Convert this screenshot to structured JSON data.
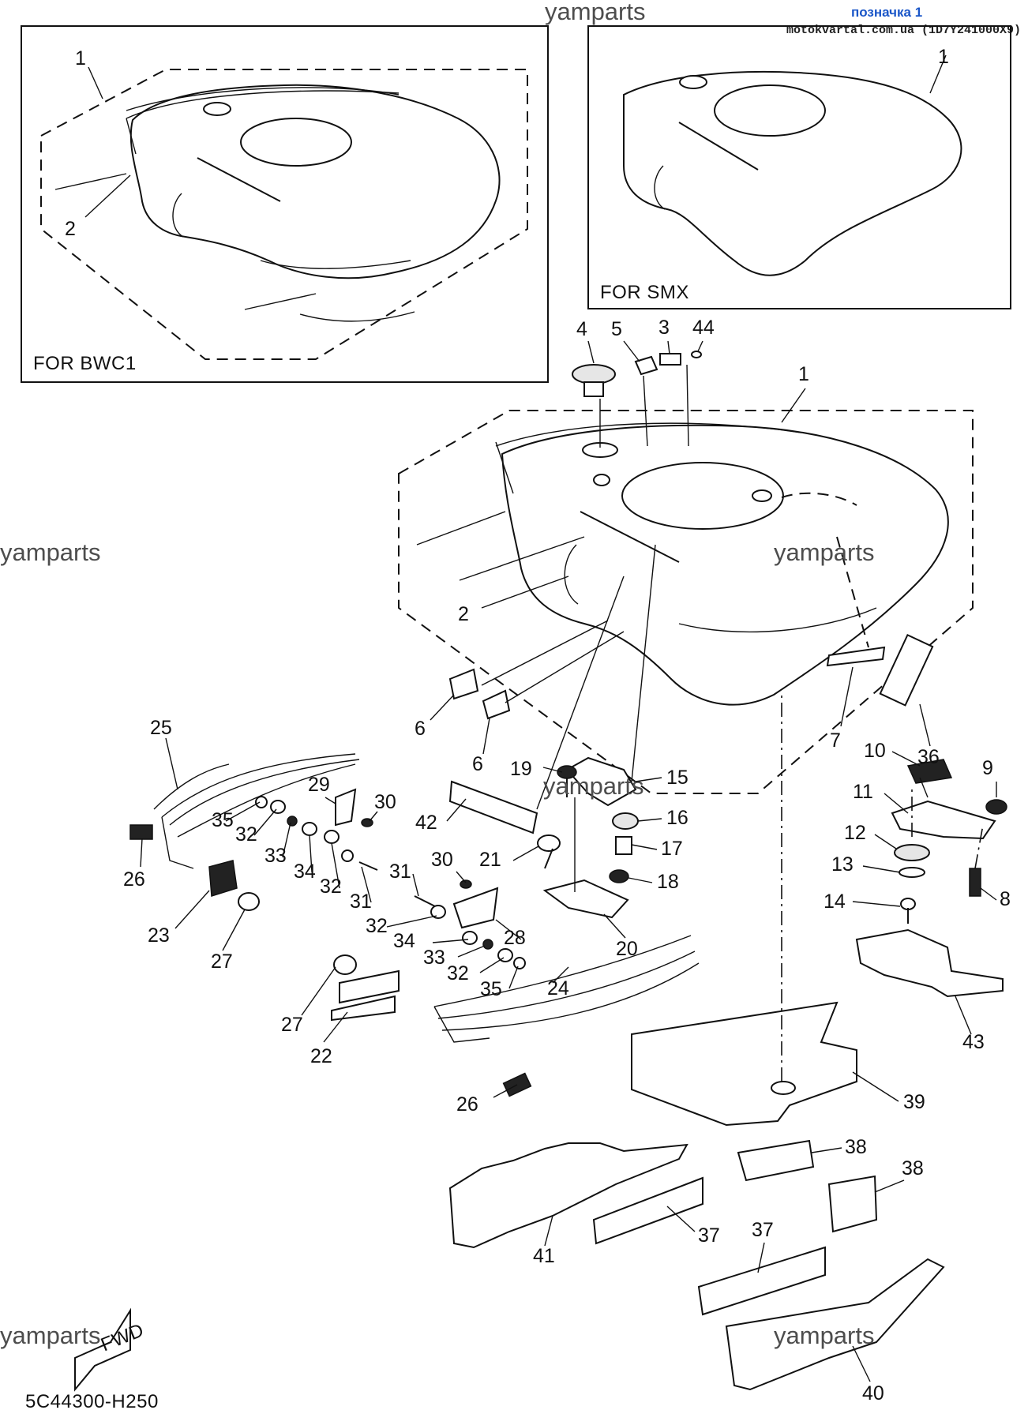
{
  "header": {
    "badge": "позначка 1",
    "site": "motokvartal.com.ua (1D7Y241000X9)"
  },
  "watermarks": [
    "yamparts",
    "yamparts",
    "yamparts",
    "yamparts",
    "yamparts",
    "yamparts"
  ],
  "insets": {
    "bwc1": {
      "caption": "FOR BWC1",
      "labels": [
        "1",
        "2"
      ]
    },
    "smx": {
      "caption": "FOR SMX",
      "labels": [
        "1"
      ]
    }
  },
  "fwd_label": "FWD",
  "diagram_code": "5C44300-H250",
  "callouts": {
    "c1": "1",
    "c2": "2",
    "c3": "3",
    "c4": "4",
    "c5": "5",
    "c44": "44",
    "c6a": "6",
    "c6b": "6",
    "c7": "7",
    "c8": "8",
    "c9": "9",
    "c10": "10",
    "c11": "11",
    "c12": "12",
    "c13": "13",
    "c14": "14",
    "c15": "15",
    "c16": "16",
    "c17": "17",
    "c18": "18",
    "c19": "19",
    "c20": "20",
    "c21": "21",
    "c22": "22",
    "c23": "23",
    "c24": "24",
    "c25": "25",
    "c26a": "26",
    "c26b": "26",
    "c27a": "27",
    "c27b": "27",
    "c28": "28",
    "c29": "29",
    "c30a": "30",
    "c30b": "30",
    "c31a": "31",
    "c31b": "31",
    "c32a": "32",
    "c32b": "32",
    "c32c": "32",
    "c32d": "32",
    "c33a": "33",
    "c33b": "33",
    "c34a": "34",
    "c34b": "34",
    "c35a": "35",
    "c35b": "35",
    "c36": "36",
    "c37a": "37",
    "c37b": "37",
    "c38a": "38",
    "c38b": "38",
    "c39": "39",
    "c40": "40",
    "c41": "41",
    "c42": "42",
    "c43": "43"
  }
}
